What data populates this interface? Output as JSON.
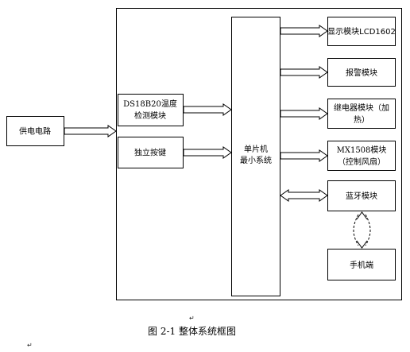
{
  "blocks": {
    "power": "供电电路",
    "sensor": [
      "DS18B20温度",
      "检测模块"
    ],
    "button": "独立按键",
    "mcu": [
      "单片机",
      "最小系统"
    ],
    "display": "显示模块LCD1602",
    "alarm": "报警模块",
    "relay": [
      "继电器模块（加",
      "热）"
    ],
    "fan": [
      "MX1508模块",
      "（控制风扇）"
    ],
    "bluetooth": "蓝牙模块",
    "phone": "手机端"
  },
  "caption": "图 2-1 整体系统框图",
  "marks": {
    "paragraph": "↵"
  }
}
